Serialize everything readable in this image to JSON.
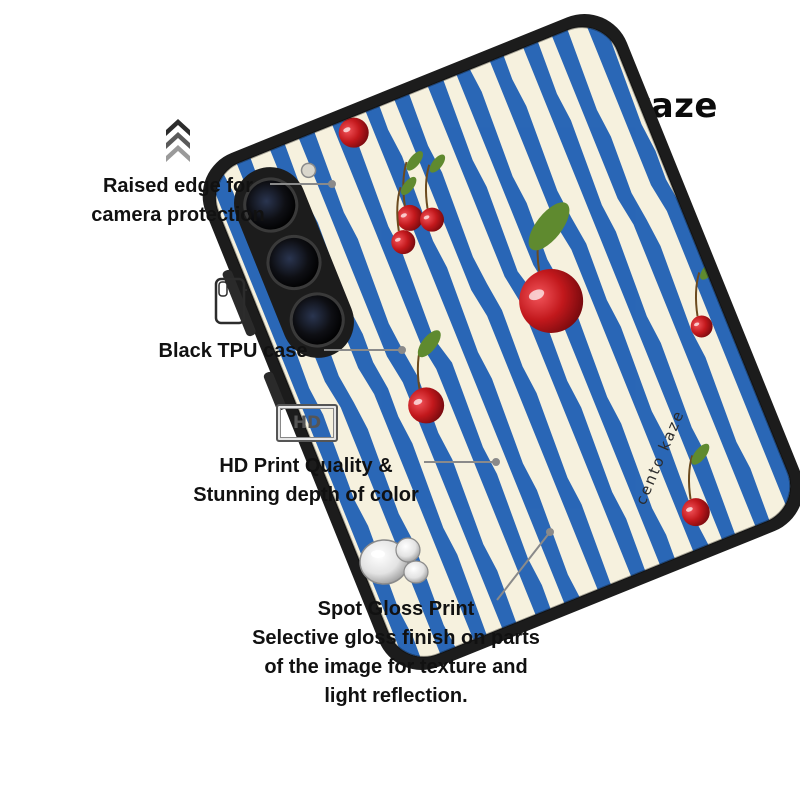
{
  "brand": {
    "logo_text": "cento kaze",
    "case_print_text": "cento kaze"
  },
  "features": [
    {
      "icon": "chevron-stack-icon",
      "lines": [
        "Raised edge for",
        "camera protection"
      ]
    },
    {
      "icon": "phone-outline-icon",
      "lines": [
        "Black TPU case"
      ]
    },
    {
      "icon": "hd-badge-icon",
      "icon_text": "HD",
      "lines": [
        "HD Print Quality &",
        "Stunning depth of color"
      ]
    },
    {
      "icon": "water-droplets-icon",
      "lines": [
        "Spot Gloss Print",
        "Selective gloss finish on parts",
        "of the image for texture and",
        "light reflection."
      ]
    }
  ],
  "colors": {
    "stripe_blue": "#1f5fb4",
    "case_cream": "#f6f1de",
    "cherry_red": "#c2181c",
    "leaf_green": "#5f8a2f",
    "case_black": "#1c1c1c",
    "pointer_gray": "#8a8a8a"
  }
}
